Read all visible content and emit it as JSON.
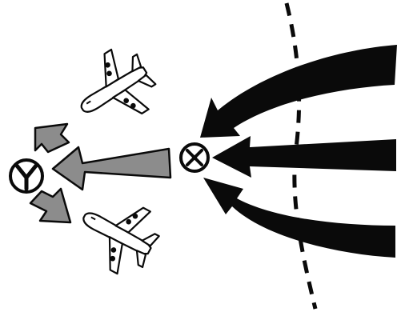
{
  "diagram": {
    "colors": {
      "background": "#ffffff",
      "ink": "#0a0a0a",
      "gray_arrow": "#8c8c8c",
      "aircraft_fill": "#ffffff"
    },
    "symbols": [
      {
        "key": "crossed_circle",
        "icon": "crossed-circle-symbol"
      },
      {
        "key": "y_circle",
        "icon": "y-in-circle-symbol"
      }
    ],
    "arrows": {
      "black_incoming": 3,
      "gray_outgoing": 3
    },
    "aircraft": 2,
    "boundary_line": "dashed"
  }
}
